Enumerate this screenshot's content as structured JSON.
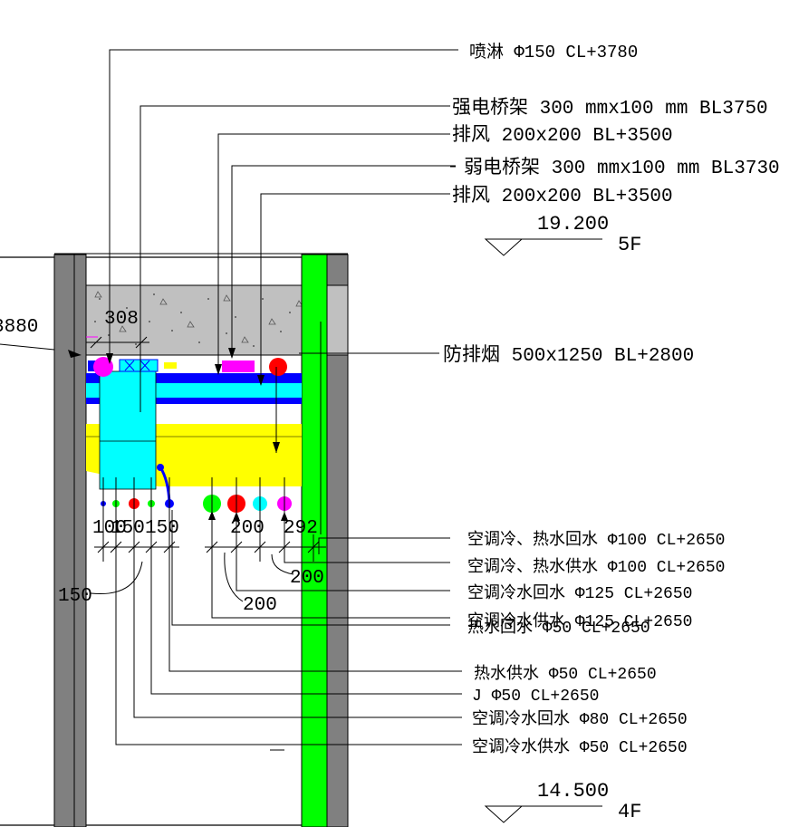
{
  "labels": {
    "sprinkler": "喷淋 Φ150 CL+3780",
    "strong_tray": "强电桥架 300 mmx100 mm BL3750",
    "exhaust_1": "排风 200x200 BL+3500",
    "weak_tray": "弱电桥架 300 mmx100 mm BL3730",
    "exhaust_2": "排风 200x200 BL+3500",
    "smoke_duct": "防排烟 500x1250 BL+2800",
    "ac_hot_return": "空调冷、热水回水 Φ100 CL+2650",
    "ac_hot_supply": "空调冷、热水供水 Φ100 CL+2650",
    "ac_cold_return_125": "空调冷水回水 Φ125 CL+2650",
    "ac_cold_supply_125": "空调冷水供水 Φ125 CL+2650",
    "hot_return_50": "热水回水 Φ50 CL+2650",
    "hot_supply_50": "热水供水 Φ50 CL+2650",
    "j_50": "J Φ50 CL+2650",
    "ac_cold_return_80": "空调冷水回水 Φ80 CL+2650",
    "ac_cold_supply_50": "空调冷水供水 Φ50 CL+2650"
  },
  "levels": {
    "upper_value": "19.200",
    "upper_floor": "5F",
    "lower_value": "14.500",
    "lower_floor": "4F",
    "left_cut": "3880"
  },
  "dimensions": {
    "d308": "308",
    "d100": "100",
    "d150_a": "150",
    "d150_b": "150",
    "d150_c": "150",
    "d200_a": "200",
    "d200_b": "200",
    "d200_c": "200",
    "d292": "292"
  },
  "colors": {
    "wall": "#808080",
    "green_wall": "#00ff00",
    "concrete": "#c0c0c0",
    "yellow_duct": "#ffff00",
    "cyan": "#00ffff",
    "blue": "#0000ff",
    "magenta": "#ff00ff",
    "red": "#ff0000",
    "green_pipe": "#00ff00"
  }
}
